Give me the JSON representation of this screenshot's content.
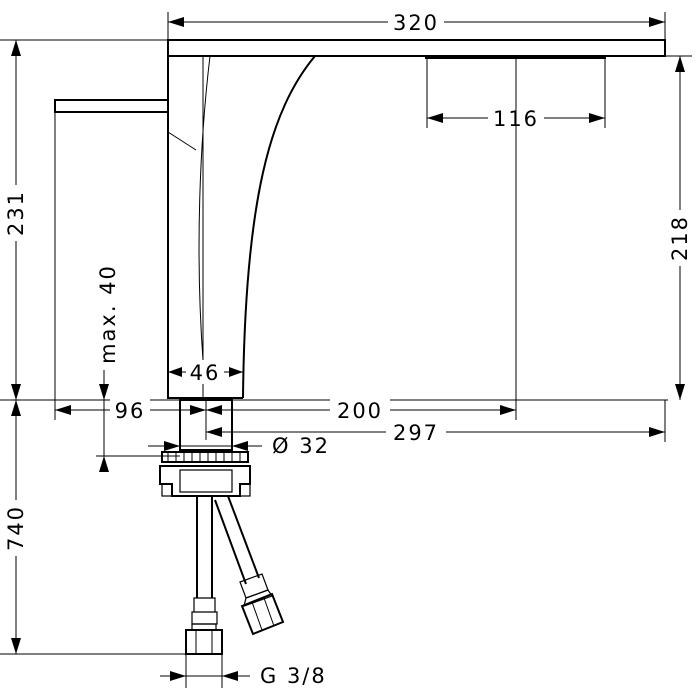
{
  "dimensions": {
    "total_length": "320",
    "spout_outlet_width": "116",
    "total_height": "231",
    "spout_height": "218",
    "max_deck_thickness": "max. 40",
    "base_width": "46",
    "lever_offset": "96",
    "outlet_center_projection": "200",
    "outlet_end_projection": "297",
    "hole_diameter": "Ø 32",
    "hose_length": "740",
    "connection_thread": "G 3/8"
  }
}
